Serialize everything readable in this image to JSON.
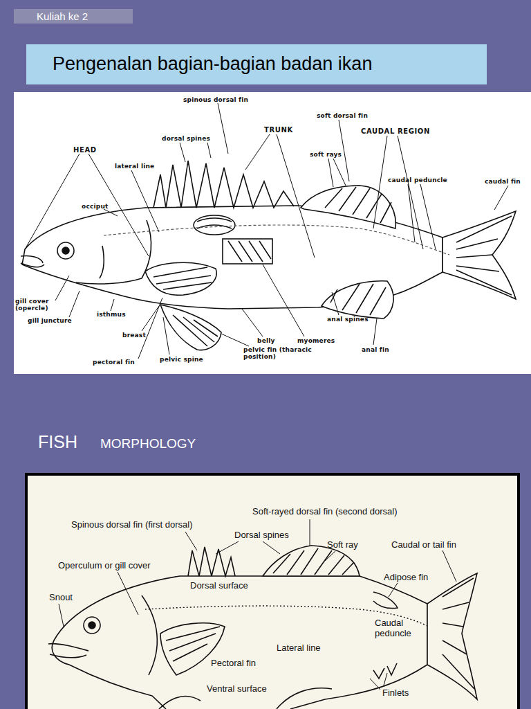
{
  "diagram": {
    "nodes": [
      {
        "text": [
          "Kuliah ke 2"
        ]
      },
      {
        "text": [
          "Pengenalan bagian-bagian badan ikan"
        ]
      }
    ],
    "labels": [
      "spinous dorsal fin",
      "soft dorsal fin",
      "TRUNK",
      "CAUDAL REGION",
      "HEAD",
      "dorsal spines",
      "lateral line",
      "soft rays",
      "caudal peduncle",
      "caudal fin",
      "occiput",
      "gill cover (opercle)",
      "gill juncture",
      "isthmus",
      "breast",
      "pectoral fin",
      "pelvic spine",
      "belly",
      "pelvic fin (tharacic position)",
      "myomeres",
      "anal spines",
      "anal fin",
      "FISH",
      "MORPHOLOGY",
      "Soft-rayed dorsal fin (second dorsal)",
      "Spinous dorsal fin (first dorsal)",
      "Dorsal spines",
      "Soft ray",
      "Caudal or tail fin",
      "Operculum or gill cover",
      "Dorsal surface",
      "Adipose fin",
      "Snout",
      "Caudal peduncle",
      "Lateral line",
      "Pectoral fin",
      "Ventral surface",
      "Finlets"
    ]
  }
}
